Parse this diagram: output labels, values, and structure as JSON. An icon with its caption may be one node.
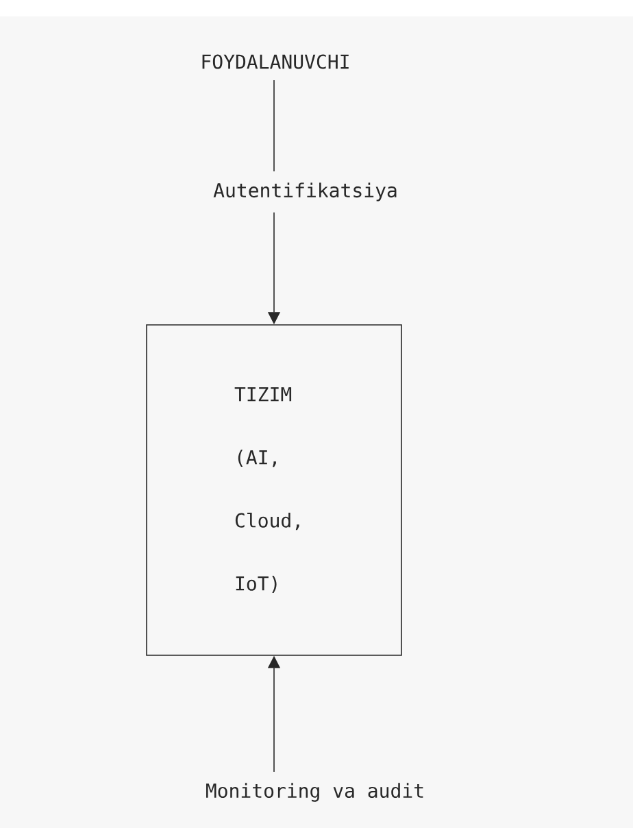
{
  "diagram": {
    "nodes": [
      {
        "text": [
          "FOYDALANUVCHI"
        ]
      },
      {
        "text": [
          "Autentifikatsiya"
        ]
      },
      {
        "text": [
          "TIZIM (AI, Cloud, IoT)"
        ]
      },
      {
        "text": [
          "Monitoring va audit"
        ]
      }
    ],
    "edges": [
      {
        "from": 0,
        "to": 1,
        "arrow": "none"
      },
      {
        "from": 1,
        "to": 2,
        "arrow": "to"
      },
      {
        "from": 3,
        "to": 2,
        "arrow": "to"
      }
    ]
  }
}
